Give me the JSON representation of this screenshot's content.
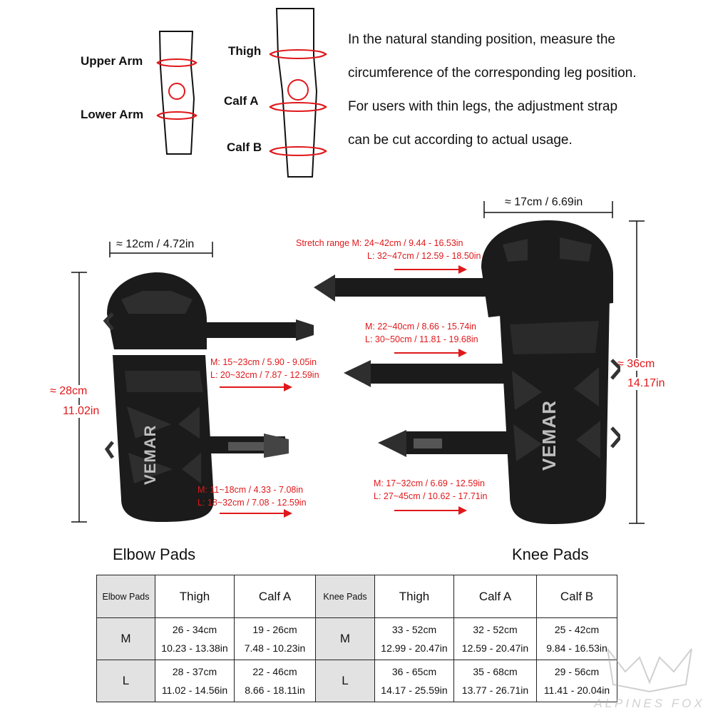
{
  "arm_diagram": {
    "upper_label": "Upper Arm",
    "lower_label": "Lower Arm"
  },
  "leg_diagram": {
    "thigh_label": "Thigh",
    "calf_a_label": "Calf A",
    "calf_b_label": "Calf B"
  },
  "instructions": [
    "In the natural standing position, measure the",
    "circumference of the corresponding leg position.",
    "For users with thin legs, the adjustment strap",
    "can be cut according to actual usage."
  ],
  "elbow": {
    "width": "≈ 12cm / 4.72in",
    "height_cm": "≈ 28cm",
    "height_in": "11.02in",
    "strap_upper": {
      "m": "M: 15~23cm / 5.90 - 9.05in",
      "l": "L: 20~32cm / 7.87 - 12.59in"
    },
    "strap_lower": {
      "m": "M: 11~18cm / 4.33 - 7.08in",
      "l": "L: 18~32cm / 7.08 - 12.59in"
    },
    "brand": "VEMAR",
    "title": "Elbow Pads"
  },
  "knee": {
    "width": "≈ 17cm / 6.69in",
    "height_cm": "≈ 36cm",
    "height_in": "14.17in",
    "strap_top": {
      "m": "Stretch range M: 24~42cm / 9.44 - 16.53in",
      "l": "L: 32~47cm / 12.59 - 18.50in"
    },
    "strap_mid": {
      "m": "M: 22~40cm / 8.66 - 15.74in",
      "l": "L: 30~50cm / 11.81 - 19.68in"
    },
    "strap_low": {
      "m": "M: 17~32cm / 6.69 - 12.59in",
      "l": "L: 27~45cm / 10.62 - 17.71in"
    },
    "brand": "VEMAR",
    "title": "Knee Pads"
  },
  "table": {
    "elbow_header": "Elbow Pads",
    "knee_header": "Knee Pads",
    "elbow_cols": [
      "Thigh",
      "Calf A"
    ],
    "knee_cols": [
      "Thigh",
      "Calf A",
      "Calf B"
    ],
    "rows": [
      {
        "size": "M",
        "elbow": [
          [
            "26 - 34cm",
            "10.23 - 13.38in"
          ],
          [
            "19 - 26cm",
            "7.48 - 10.23in"
          ]
        ],
        "knee_size": "M",
        "knee": [
          [
            "33 - 52cm",
            "12.99 - 20.47in"
          ],
          [
            "32 - 52cm",
            "12.59 - 20.47in"
          ],
          [
            "25 - 42cm",
            "9.84 - 16.53in"
          ]
        ]
      },
      {
        "size": "L",
        "elbow": [
          [
            "28 - 37cm",
            "11.02 - 14.56in"
          ],
          [
            "22 - 46cm",
            "8.66 - 18.11in"
          ]
        ],
        "knee_size": "L",
        "knee": [
          [
            "36 - 65cm",
            "14.17 - 25.59in"
          ],
          [
            "35 - 68cm",
            "13.77 - 26.71in"
          ],
          [
            "29 - 56cm",
            "11.41 - 20.04in"
          ]
        ]
      }
    ]
  },
  "watermark": "ALPINES FOX",
  "colors": {
    "accent_red": "#e0181b",
    "table_grey": "#e2e2e2",
    "pad_black": "#1b1b1b"
  }
}
